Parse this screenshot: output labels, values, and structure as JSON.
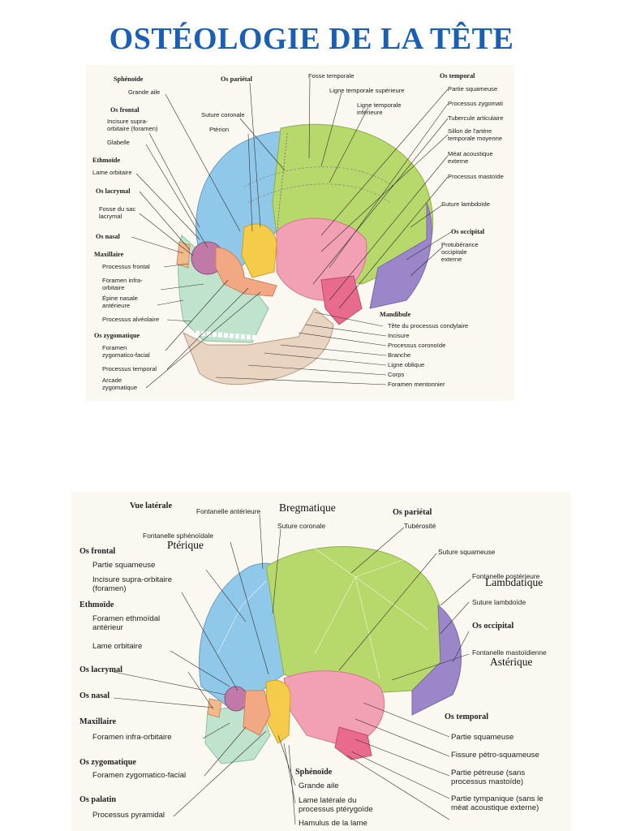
{
  "title": "OSTÉOLOGIE DE LA TÊTE",
  "diagram1": {
    "labels": {
      "sphenoide": "Sphénoïde",
      "grande_aile": "Grande aile",
      "os_frontal": "Os frontal",
      "incisure_supra": "Incisure supra-",
      "incisure_supra2": "orbitaire (foramen)",
      "glabelle": "Glabelle",
      "ethmoide": "Ethmoïde",
      "lame_orbitaire": "Lame orbitaire",
      "os_lacrymal": "Os lacrymal",
      "fosse_sac": "Fosse du sac",
      "fosse_sac2": "lacrymal",
      "os_nasal": "Os nasal",
      "maxillaire": "Maxillaire",
      "processus_frontal": "Processus frontal",
      "foramen_infra": "Foramen infra-",
      "foramen_infra2": "orbitaire",
      "epine_nasale": "Épine nasale",
      "epine_nasale2": "antérieure",
      "processus_alveolaire": "Processus alvéolaire",
      "os_zygomatique": "Os zygomatique",
      "foramen_zygo": "Foramen",
      "foramen_zygo2": "zygomatico-facial",
      "processus_temporal": "Processus temporal",
      "arcade": "Arcade",
      "arcade2": "zygomatique",
      "os_parietal": "Os pariétal",
      "suture_coronale": "Suture coronale",
      "pterion": "Ptérion",
      "fosse_temporale": "Fosse temporale",
      "ligne_sup": "Ligne temporale supérieure",
      "ligne_inf": "Ligne temporale",
      "ligne_inf2": "inférieure",
      "os_temporal": "Os temporal",
      "partie_squameuse": "Partie squameuse",
      "processus_zygomati": "Processus zygomati",
      "tubercule": "Tubercule articulaire",
      "sillon": "Sillon de l'artère",
      "sillon2": "temporale moyenne",
      "meat": "Méat acoustique",
      "meat2": "externe",
      "processus_mastoide": "Processus mastoïde",
      "suture_lambdoide": "Suture lambdoïde",
      "os_occipital": "Os occipital",
      "protuberance": "Protubérance",
      "protuberance2": "occipitale",
      "protuberance3": "externe",
      "mandibule": "Mandibule",
      "tete_processus": "Tête du processus condylaire",
      "incisure": "Incisure",
      "processus_coronoide": "Processus coronoïde",
      "branche": "Branche",
      "ligne_oblique": "Ligne oblique",
      "corps": "Corps",
      "foramen_mentonnier": "Foramen mentonnier"
    }
  },
  "diagram2": {
    "labels": {
      "vue_laterale": "Vue latérale",
      "fontanelle_ant": "Fontanelle antérieure",
      "bregmatique": "Bregmatique",
      "suture_coronale": "Suture coronale",
      "fontanelle_spheno": "Fontanelle sphénoïdale",
      "pterique": "Ptérique",
      "os_parietal": "Os pariétal",
      "tuberosite": "Tubérosité",
      "suture_squameuse": "Suture squameuse",
      "fontanelle_post": "Fontanelle postérieure",
      "lambdatique": "Lambdatique",
      "suture_lambdoide": "Suture lambdoïde",
      "os_occipital": "Os occipital",
      "fontanelle_masto": "Fontanelle mastoïdienne",
      "asterique": "Astérique",
      "os_frontal": "Os frontal",
      "partie_squameuse": "Partie squameuse",
      "incisure_supra": "Incisure supra-orbitaire",
      "incisure_supra2": "(foramen)",
      "ethmoide": "Ethmoïde",
      "foramen_ethmo": "Foramen ethmoïdal",
      "foramen_ethmo2": "antérieur",
      "lame_orbitaire": "Lame orbitaire",
      "os_lacrymal": "Os lacrymal",
      "os_nasal": "Os nasal",
      "maxillaire": "Maxillaire",
      "foramen_infra": "Foramen infra-orbitaire",
      "os_zygomatique": "Os zygomatique",
      "foramen_zygo": "Foramen zygomatico-facial",
      "os_palatin": "Os palatin",
      "processus_pyramidal": "Processus pyramidal",
      "sphenoide": "Sphénoïde",
      "grande_aile": "Grande aile",
      "lame_laterale": "Lame latérale du",
      "lame_laterale2": "processus ptérygoïde",
      "hamulus": "Hamulus de la lame",
      "os_temporal": "Os temporal",
      "partie_squameuse_t": "Partie squameuse",
      "fissure": "Fissure pétro-squameuse",
      "partie_petreuse": "Partie pétreuse (sans",
      "partie_petreuse2": "processus mastoïde)",
      "partie_tympanique": "Partie tympanique (sans le",
      "partie_tympanique2": "méat acoustique externe)"
    }
  }
}
